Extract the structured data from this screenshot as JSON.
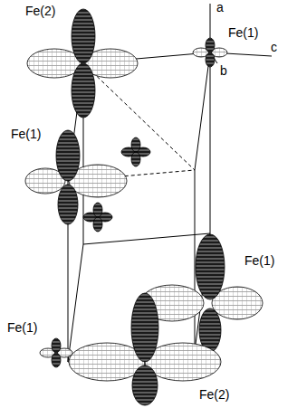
{
  "diagram": {
    "labels": [
      "Fe(2)",
      "a",
      "Fe(1)",
      "c",
      "b",
      "Fe(1)",
      "Fe(1)",
      "Fe(1)",
      "Fe(2)"
    ]
  }
}
